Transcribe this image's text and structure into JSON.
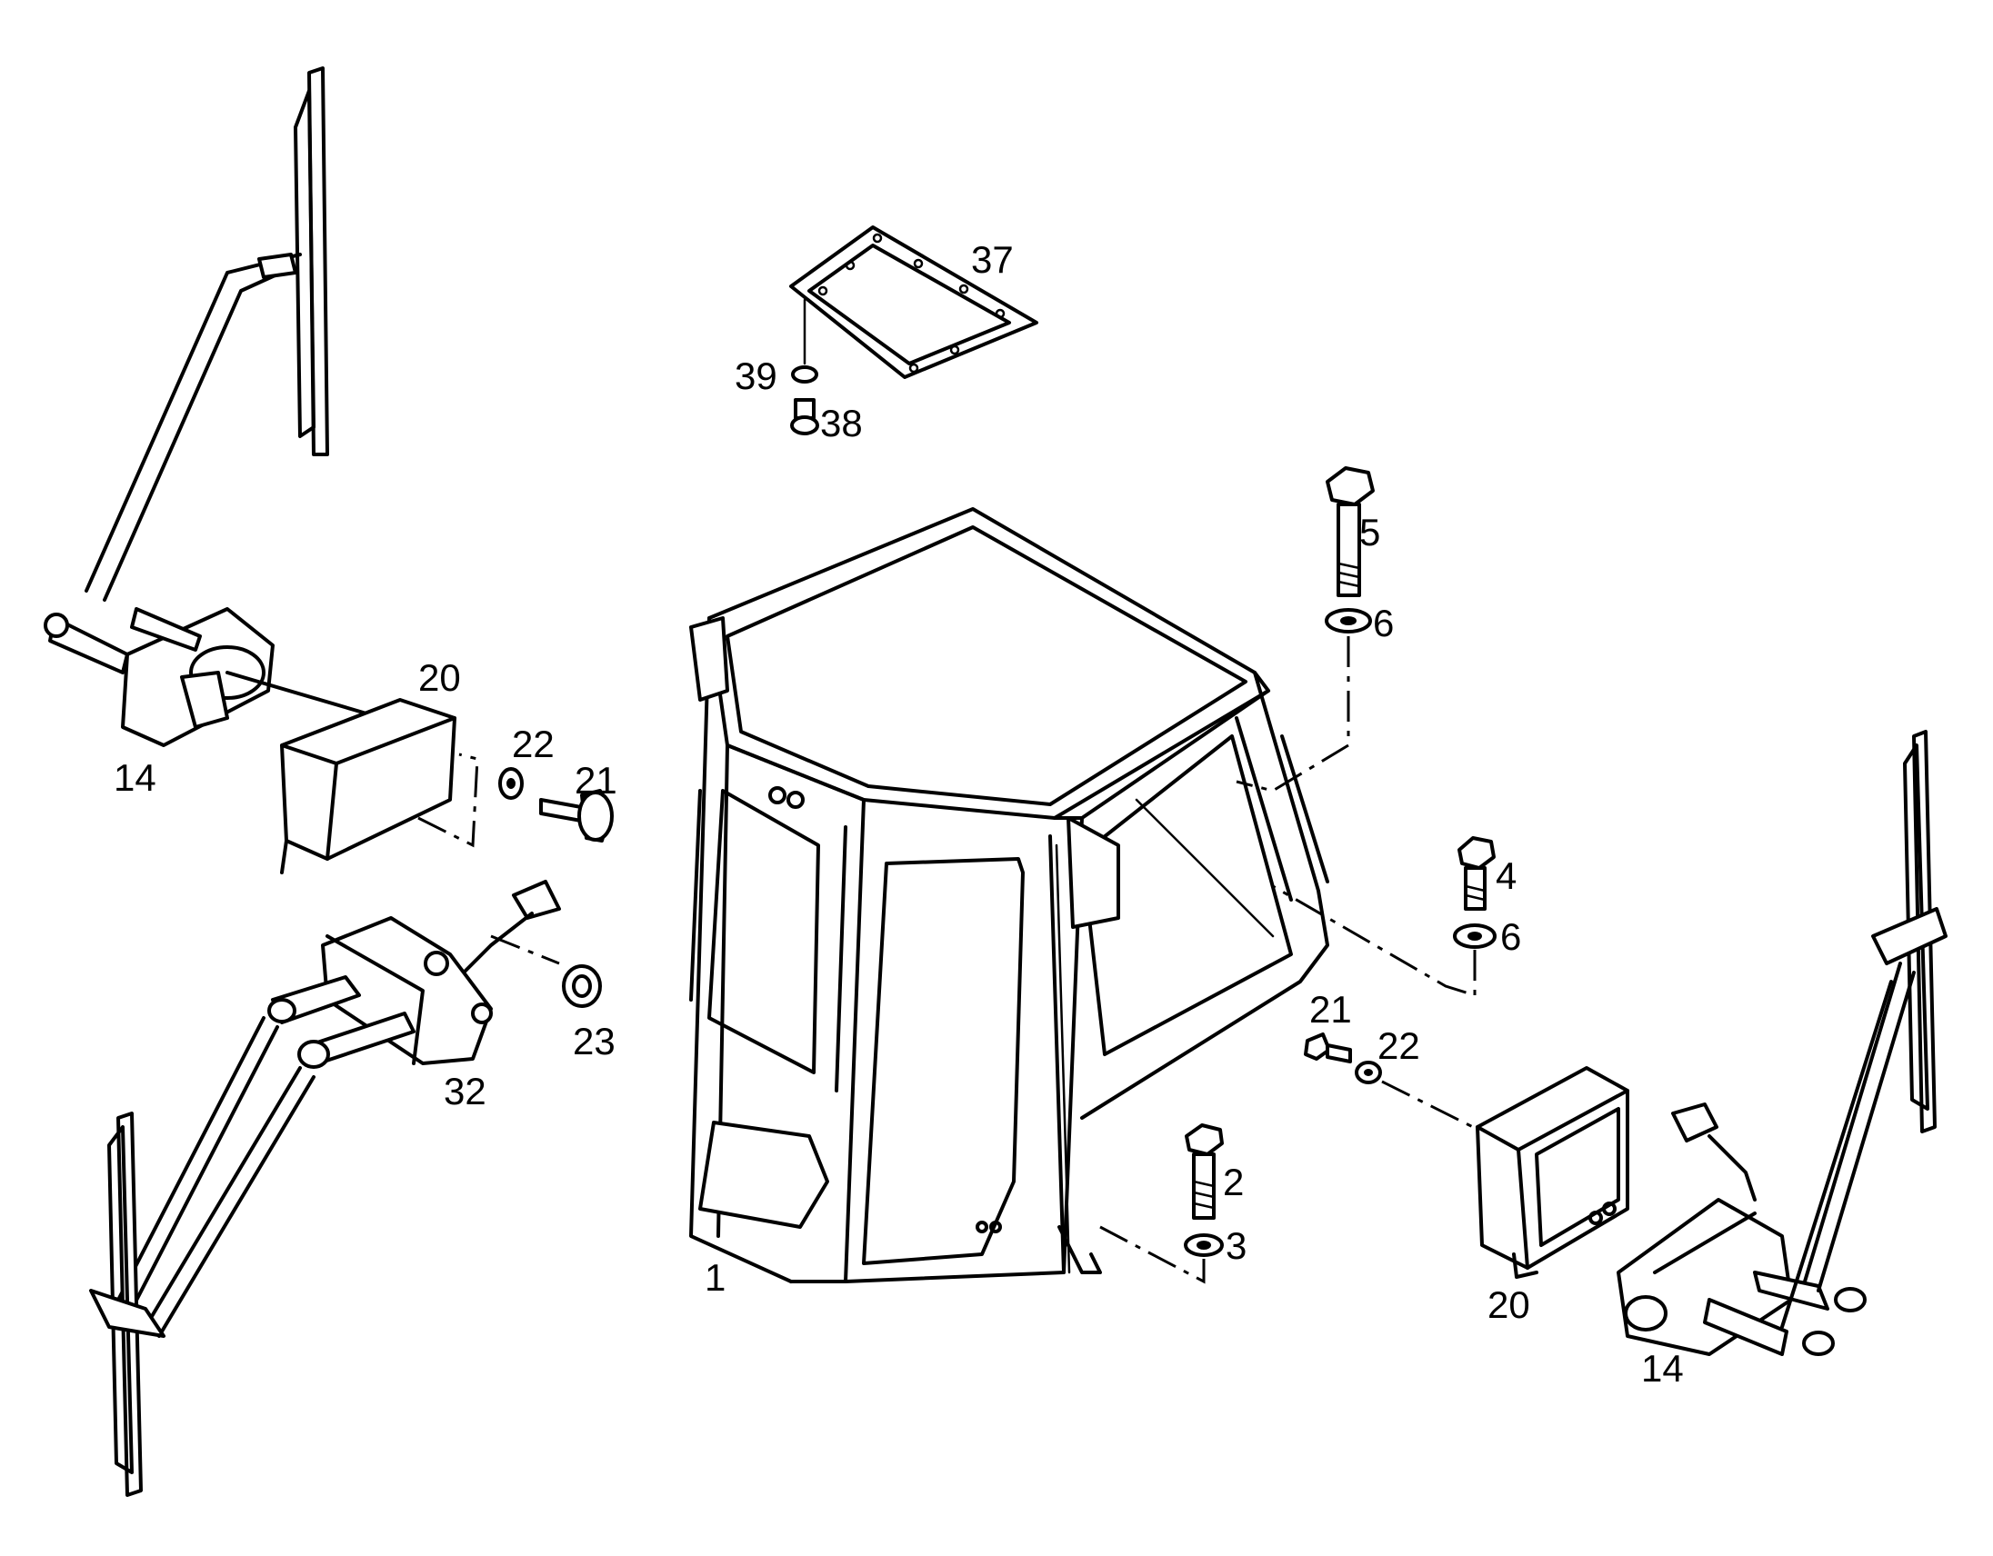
{
  "callouts": {
    "c1": "1",
    "c2": "2",
    "c3": "3",
    "c4": "4",
    "c5": "5",
    "c6a": "6",
    "c6b": "6",
    "c14a": "14",
    "c14b": "14",
    "c20a": "20",
    "c20b": "20",
    "c21a": "21",
    "c21b": "21",
    "c22a": "22",
    "c22b": "22",
    "c23": "23",
    "c32": "32",
    "c37": "37",
    "c38": "38",
    "c39": "39"
  }
}
